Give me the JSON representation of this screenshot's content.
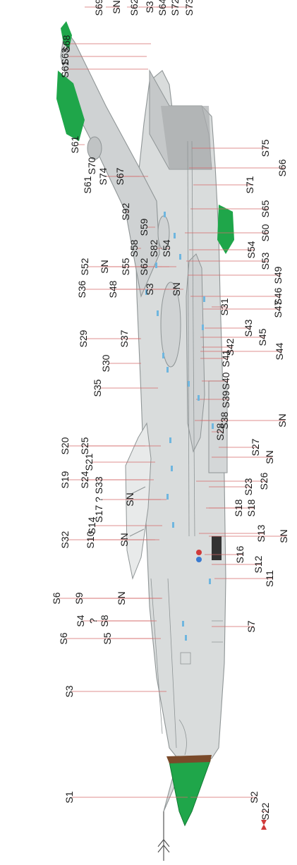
{
  "colors": {
    "background": "#ffffff",
    "fuselage": "#d9dcdc",
    "fuselage_dark": "#c5c8c9",
    "panel_line": "#8f9596",
    "leader": "#d46a6a",
    "stencil": "#6fb6df",
    "green": "#1fa64a",
    "brown": "#7a4a2a",
    "hatch": "#a9adae",
    "label": "#1a1a1a"
  },
  "labels_left": [
    "S68",
    "S63",
    "S61",
    "S69",
    "SN",
    "S62",
    "S3",
    "S64",
    "S72",
    "S73",
    "S61",
    "S70",
    "S61",
    "S74",
    "S67",
    "S92",
    "S59",
    "S58",
    "S82",
    "S54",
    "S52",
    "SN",
    "S55",
    "S62",
    "S36",
    "S48",
    "S3",
    "SN",
    "S37",
    "S29",
    "S30",
    "S35",
    "S25",
    "S20",
    "S21",
    "S24",
    "S19",
    "S17 ? S33",
    "SN",
    "S14",
    "S32",
    "S10",
    "SN",
    "S6",
    "S9",
    "SN",
    "S8",
    "S4",
    "?",
    "S5",
    "S6",
    "S3",
    "S1"
  ],
  "labels_right": [
    "S75",
    "S66",
    "S71",
    "S65",
    "S60",
    "S54",
    "S53",
    "S49",
    "S46",
    "S47",
    "S31",
    "S43",
    "S45",
    "S42",
    "S44",
    "S41",
    "S40",
    "S39",
    "S38",
    "SN",
    "S28",
    "S27",
    "SN",
    "S26",
    "S23",
    "S18",
    "S18",
    "S13",
    "SN",
    "S16",
    "S12",
    "S11",
    "S7",
    "S2",
    "S22"
  ]
}
